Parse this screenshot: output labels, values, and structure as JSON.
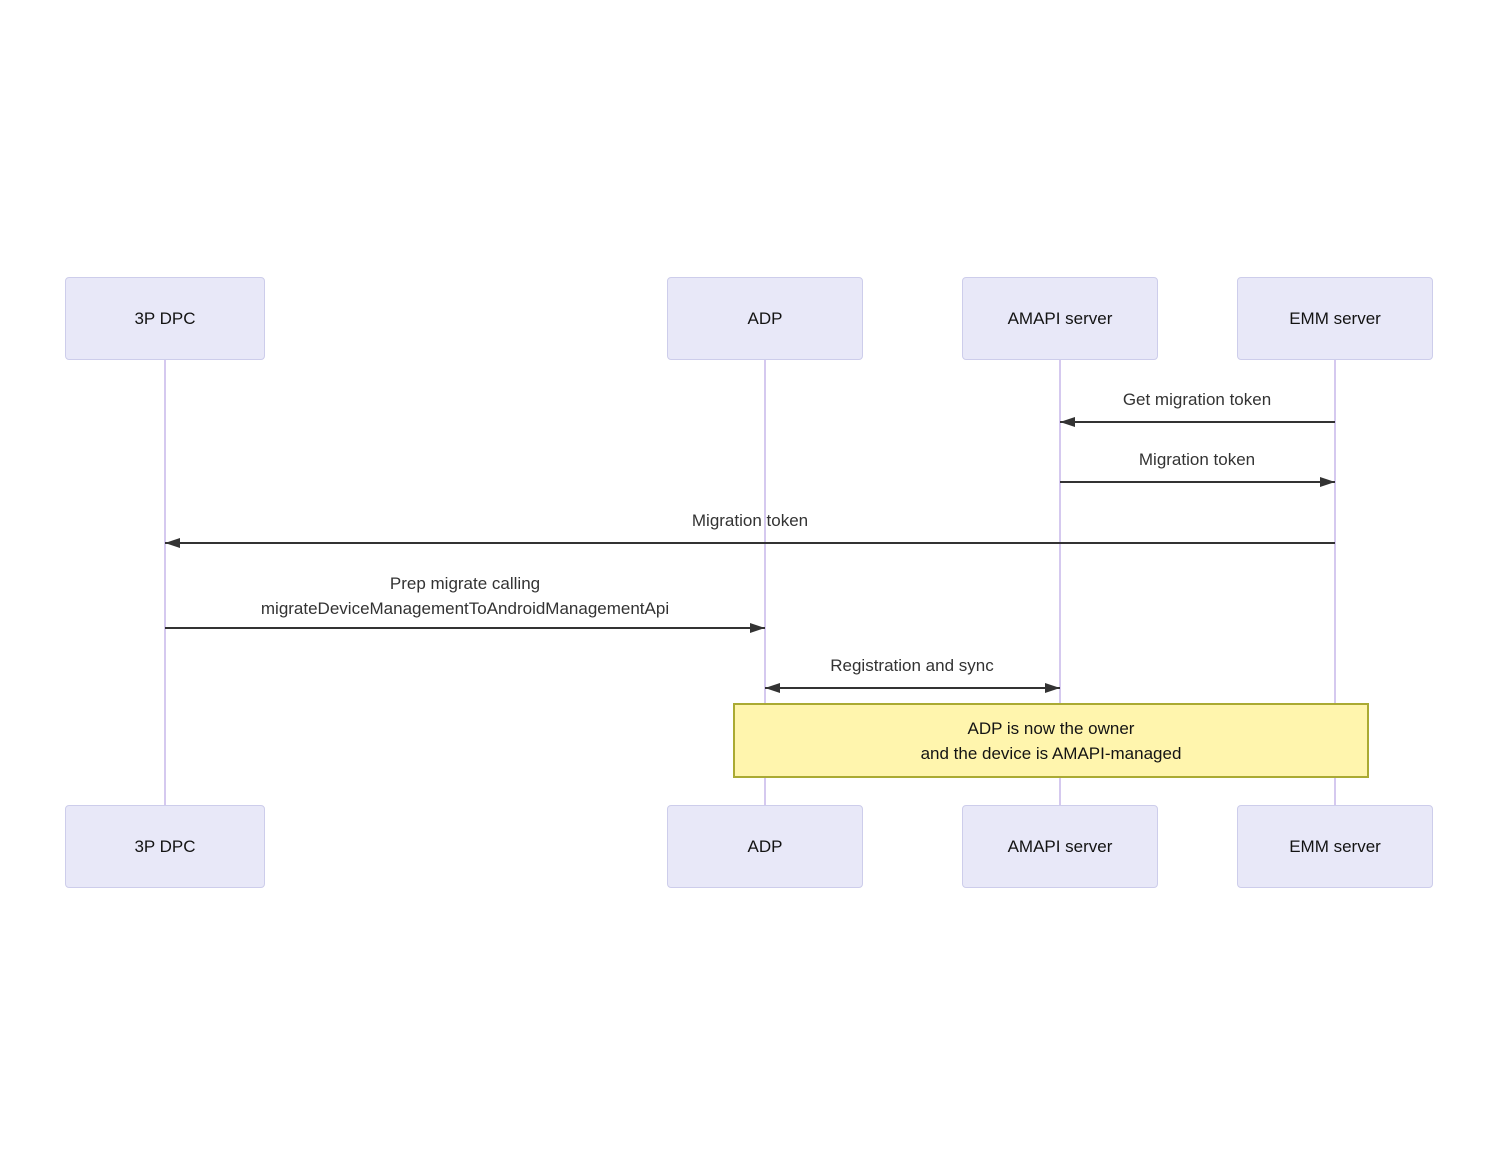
{
  "diagram": {
    "type": "sequence",
    "actors": [
      {
        "label": "3P DPC"
      },
      {
        "label": "ADP"
      },
      {
        "label": "AMAPI server"
      },
      {
        "label": "EMM server"
      }
    ],
    "messages": [
      {
        "label": "Get migration token",
        "from": "EMM server",
        "to": "AMAPI server",
        "direction": "left"
      },
      {
        "label": "Migration token",
        "from": "AMAPI server",
        "to": "EMM server",
        "direction": "right"
      },
      {
        "label": "Migration token",
        "from": "EMM server",
        "to": "3P DPC",
        "direction": "left"
      },
      {
        "label_line1": "Prep migrate calling",
        "label_line2": "migrateDeviceManagementToAndroidManagementApi",
        "from": "3P DPC",
        "to": "ADP",
        "direction": "right"
      },
      {
        "label": "Registration and sync",
        "from": "ADP",
        "to": "AMAPI server",
        "direction": "both"
      }
    ],
    "note": {
      "line1": "ADP is now the owner",
      "line2": "and the device is AMAPI-managed",
      "over": "ADP, EMM server"
    },
    "colors": {
      "actor_fill": "#e8e8f8",
      "actor_border": "#cdcdeb",
      "lifeline": "#d5c9ef",
      "arrow": "#333333",
      "message_text": "#333333",
      "actor_text": "#131313",
      "note_fill": "#fff5ad",
      "note_border": "#aaaa33",
      "note_text": "#141414"
    }
  }
}
